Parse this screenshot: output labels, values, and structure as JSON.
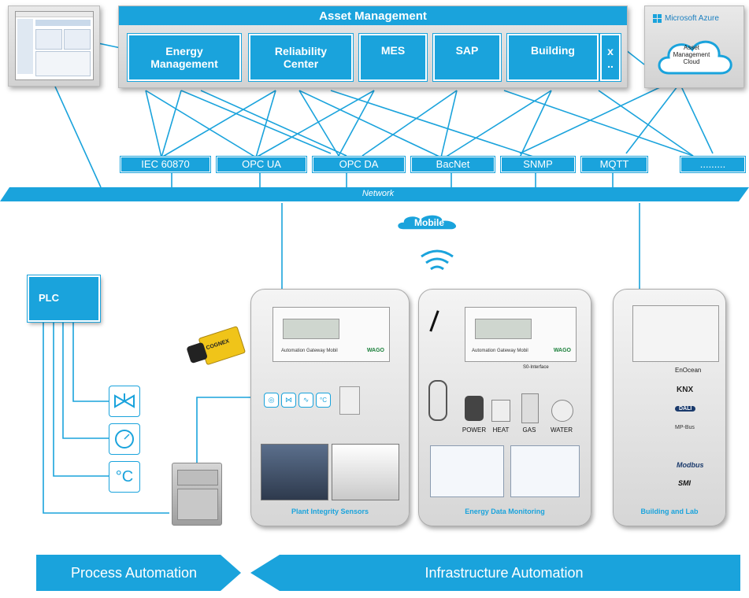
{
  "asset_management": {
    "title": "Asset Management",
    "modules": [
      "Energy Management",
      "Reliability Center",
      "MES",
      "SAP",
      "Building",
      "x .."
    ]
  },
  "azure": {
    "brand": "Microsoft Azure",
    "cloud_label": "Asset Management Cloud"
  },
  "protocols": [
    "IEC 60870",
    "OPC UA",
    "OPC DA",
    "BacNet",
    "SNMP",
    "MQTT",
    "........."
  ],
  "network": {
    "label": "Network"
  },
  "mobile": {
    "label": "Mobile"
  },
  "plc": {
    "label": "PLC"
  },
  "gateway": {
    "label": "Automation Gateway Mobil",
    "brand": "WAGO"
  },
  "panels": {
    "plant": "Plant Integrity  Sensors",
    "energy": "Energy Data  Monitoring",
    "building": "Building and Lab"
  },
  "camera_brand": "COGNEX",
  "energy_meters": [
    "POWER",
    "HEAT",
    "GAS",
    "WATER"
  ],
  "energy_interface": "S0-Interface",
  "building_protocols": [
    "EnOcean",
    "KNX",
    "DALI",
    "MP-Bus",
    "Modbus",
    "SMI"
  ],
  "arrows": {
    "process": "Process Automation",
    "infrastructure": "Infrastructure Automation"
  },
  "colors": {
    "accent": "#1aa3dc",
    "panel": "#dcdcdc"
  }
}
